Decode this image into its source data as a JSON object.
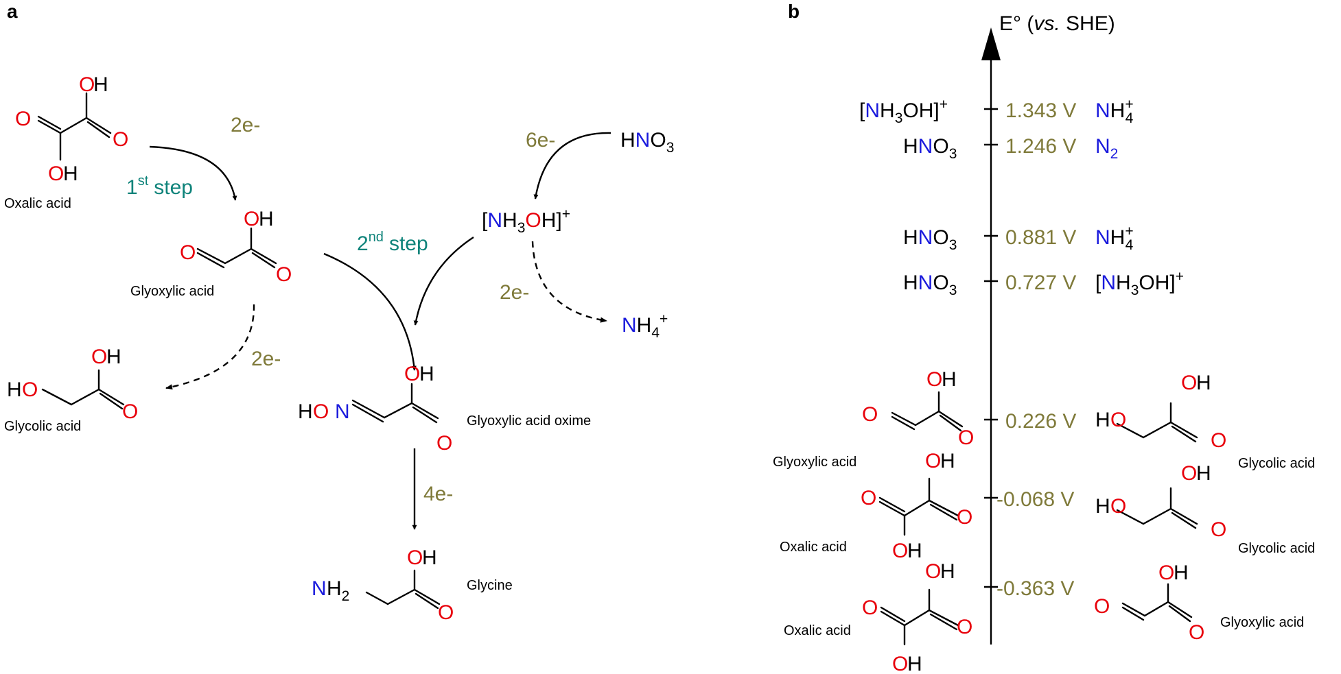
{
  "panel_a": {
    "label": "a",
    "species": {
      "oxalic_acid": "Oxalic acid",
      "glyoxylic_acid": "Glyoxylic acid",
      "glycolic_acid": "Glycolic acid",
      "glyoxylic_acid_oxime": "Glyoxylic acid oxime",
      "glycine": "Glycine",
      "hno3": "HNO3",
      "hydroxylammonium": "[NH3OH]+",
      "ammonium": "NH4+"
    },
    "electrons": {
      "oxalic_to_glyoxylic": "2e-",
      "hno3_to_nh3oh": "6e-",
      "nh3oh_to_nh4": "2e-",
      "glyoxylic_to_glycolic": "2e-",
      "oxime_to_glycine": "4e-"
    },
    "steps": {
      "first_num": "1",
      "first_sup": "st",
      "first_word": "step",
      "second_num": "2",
      "second_sup": "nd",
      "second_word": "step"
    },
    "atoms": {
      "O": "O",
      "H": "H",
      "N": "N",
      "OH": "OH",
      "HO": "HO",
      "NH2": "NH2"
    }
  },
  "panel_b": {
    "label": "b",
    "axis_label_prefix": "E° (",
    "axis_label_italic": "vs.",
    "axis_label_suffix": " SHE)",
    "couples": [
      {
        "potential": "1.343 V",
        "oxidized": "[NH3OH]+",
        "reduced": "NH4+"
      },
      {
        "potential": "1.246 V",
        "oxidized": "HNO3",
        "reduced": "N2"
      },
      {
        "potential": "0.881 V",
        "oxidized": "HNO3",
        "reduced": "NH4+"
      },
      {
        "potential": "0.727 V",
        "oxidized": "HNO3",
        "reduced": "[NH3OH]+"
      },
      {
        "potential": "0.226 V",
        "oxidized": "Glyoxylic acid",
        "reduced": "Glycolic acid"
      },
      {
        "potential": "-0.068 V",
        "oxidized": "Oxalic acid",
        "reduced": "Glycolic acid"
      },
      {
        "potential": "-0.363 V",
        "oxidized": "Oxalic acid",
        "reduced": "Glyoxylic acid"
      }
    ]
  },
  "colors": {
    "oxygen": "#e8000b",
    "nitrogen": "#1a1adc",
    "step_label": "#0e837a",
    "electrons_and_potentials": "#7f7a3a",
    "text": "#000000"
  }
}
